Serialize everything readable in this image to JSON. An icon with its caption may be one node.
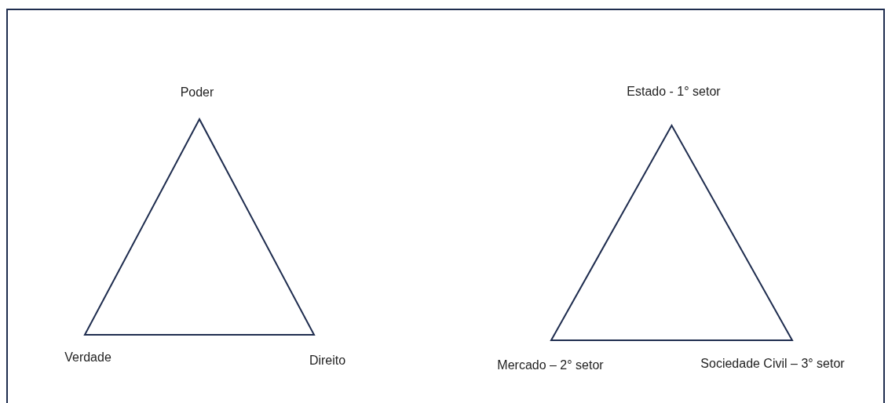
{
  "diagram": {
    "nodes": [
      {
        "text": [],
        "shape": "triangle",
        "beside": [
          "Poder",
          "Verdade",
          "Direito"
        ]
      },
      {
        "text": [],
        "shape": "triangle",
        "beside": [
          "Estado - 1° setor",
          "Mercado – 2° setor",
          "Sociedade Civil – 3° setor"
        ]
      }
    ]
  }
}
